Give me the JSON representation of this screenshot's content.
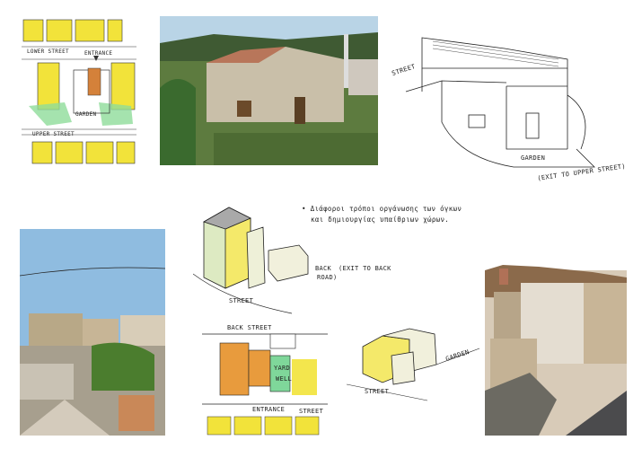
{
  "site_plan": {
    "lower_street": "LOWER STREET",
    "entrance": "ENTRANCE",
    "garden": "GARDEN",
    "upper_street": "UPPER STREET"
  },
  "sketch_garden": {
    "street": "STREET",
    "garden": "GARDEN",
    "exit": "(EXIT TO UPPER STREET)"
  },
  "note": {
    "line1": "• Διάφοροι τρόποι οργάνωσης των όγκων",
    "line2": "και δημιουργίας υπαίθριων χώρων."
  },
  "sketch_3d": {
    "back": "BACK",
    "exit": "(EXIT TO BACK",
    "road": "ROAD)",
    "street": "STREET"
  },
  "plan_bottom": {
    "back_street": "BACK STREET",
    "yard": "YARD",
    "well": "WELL",
    "entrance": "ENTRANCE",
    "street": "STREET"
  },
  "sketch_street": {
    "street": "STREET",
    "garden": "GARDEN"
  }
}
